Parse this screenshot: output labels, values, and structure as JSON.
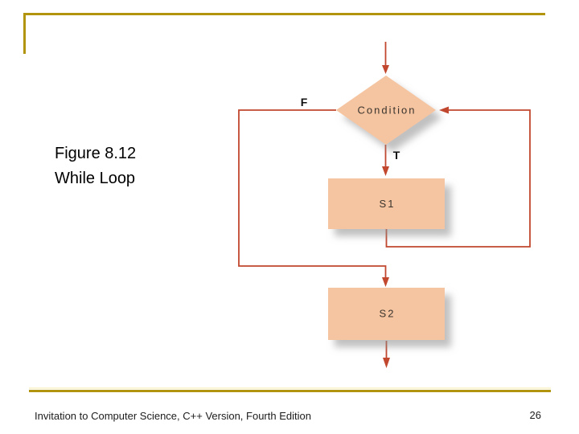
{
  "slide": {
    "colors": {
      "accent_gold": "#B3940E",
      "background": "#FFFFFF",
      "shape_fill": "#F5C4A0",
      "arrow_red": "#C1472E",
      "node_text": "#3B352E"
    }
  },
  "caption": {
    "line1": "Figure 8.12",
    "line2": "While Loop"
  },
  "diagram": {
    "type": "flowchart",
    "title": "While Loop",
    "nodes": [
      {
        "id": "condition",
        "shape": "diamond",
        "label": "Condition"
      },
      {
        "id": "s1",
        "shape": "rect",
        "label": "S1"
      },
      {
        "id": "s2",
        "shape": "rect",
        "label": "S2"
      }
    ],
    "branch_labels": {
      "false": "F",
      "true": "T"
    },
    "edges": [
      {
        "from": "start",
        "to": "condition"
      },
      {
        "from": "condition",
        "to": "s1",
        "label": "T"
      },
      {
        "from": "s1",
        "to": "condition"
      },
      {
        "from": "condition",
        "to": "s2",
        "label": "F"
      },
      {
        "from": "s2",
        "to": "end"
      }
    ]
  },
  "footer": {
    "text": "Invitation to Computer Science, C++ Version, Fourth Edition",
    "page_number": "26"
  }
}
